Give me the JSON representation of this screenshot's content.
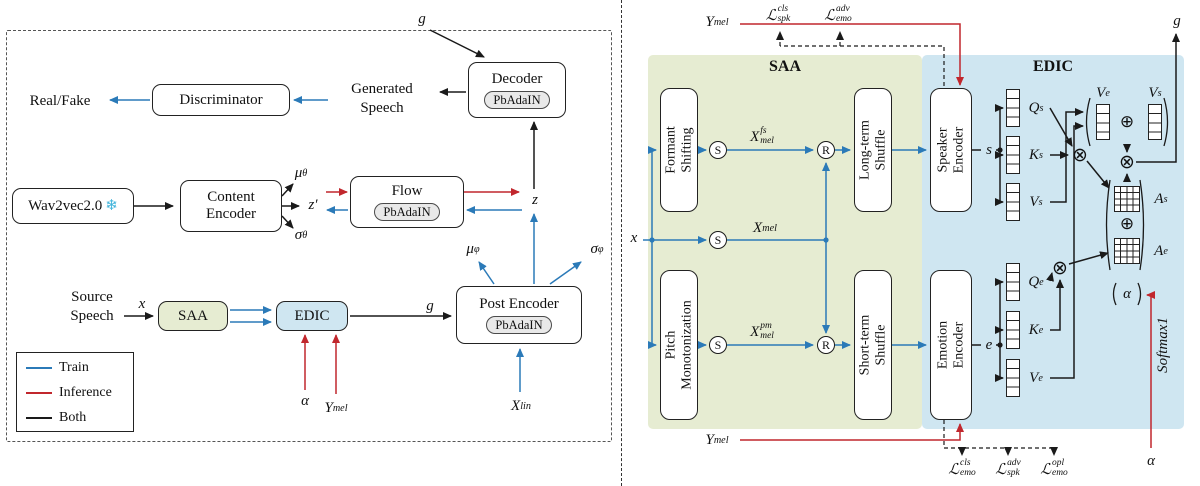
{
  "colors": {
    "train_blue": "#2b7ab8",
    "inference_red": "#c1272d",
    "both_black": "#1a1a1a",
    "saa_green": "#e6ecd2",
    "edic_blue": "#cfe6f1",
    "pill_gray": "#e9e9e9",
    "frozen_blue": "#3fb3da"
  },
  "left": {
    "boxes": {
      "wav2vec": "Wav2vec2.0",
      "frozen_icon": "❄",
      "content_encoder": "Content Encoder",
      "flow": "Flow",
      "decoder": "Decoder",
      "discriminator": "Discriminator",
      "post_encoder": "Post Encoder",
      "pbadain": "PbAdaIN",
      "saa": "SAA",
      "edic": "EDIC"
    },
    "texts": {
      "real_fake": "Real/Fake",
      "generated_speech": "Generated Speech",
      "source_speech": "Source Speech"
    },
    "legend": [
      {
        "label": "Train",
        "color": "#2b7ab8"
      },
      {
        "label": "Inference",
        "color": "#c1272d"
      },
      {
        "label": "Both",
        "color": "#1a1a1a"
      }
    ]
  },
  "right": {
    "regions": {
      "saa_title": "SAA",
      "edic_title": "EDIC"
    },
    "vboxes": {
      "formant_shifting": "Formant Shifting",
      "pitch_monotonization": "Pitch Monotonization",
      "long_term_shuffle": "Long-term Shuffle",
      "short_term_shuffle": "Short-term Shuffle",
      "speaker_encoder": "Speaker Encoder",
      "emotion_encoder": "Emotion Encoder"
    },
    "symbols": {
      "s_circle": "S",
      "r_circle": "R",
      "otimes": "⊗",
      "oplus": "⊕"
    }
  },
  "math": {
    "g": [
      {
        "t": "g"
      }
    ],
    "x": [
      {
        "t": "x"
      }
    ],
    "z": [
      {
        "t": "z"
      }
    ],
    "z_prime": [
      {
        "t": "z′"
      }
    ],
    "alpha": [
      {
        "t": "α"
      }
    ],
    "mu_theta": [
      {
        "t": "μ"
      },
      {
        "t": "θ",
        "s": "sub"
      }
    ],
    "sigma_theta": [
      {
        "t": "σ"
      },
      {
        "t": "θ",
        "s": "sub"
      }
    ],
    "mu_phi": [
      {
        "t": "μ"
      },
      {
        "t": "φ",
        "s": "sub"
      }
    ],
    "sigma_phi": [
      {
        "t": "σ"
      },
      {
        "t": "φ",
        "s": "sub"
      }
    ],
    "y_mel": [
      {
        "t": "Y"
      },
      {
        "t": "mel",
        "s": "sub"
      }
    ],
    "x_lin": [
      {
        "t": "X"
      },
      {
        "t": "lin",
        "s": "sub"
      }
    ],
    "x_mel": [
      {
        "t": "X"
      },
      {
        "t": "mel",
        "s": "sub"
      }
    ],
    "x_mel_fs": [
      {
        "t": "X"
      },
      {
        "ss": true,
        "sup": "fs",
        "sub": "mel"
      }
    ],
    "x_mel_pm": [
      {
        "t": "X"
      },
      {
        "ss": true,
        "sup": "pm",
        "sub": "mel"
      }
    ],
    "s": [
      {
        "t": "s"
      }
    ],
    "e": [
      {
        "t": "e"
      }
    ],
    "q_s": [
      {
        "t": "Q"
      },
      {
        "t": "s",
        "s": "sub"
      }
    ],
    "k_s": [
      {
        "t": "K"
      },
      {
        "t": "s",
        "s": "sub"
      }
    ],
    "v_s": [
      {
        "t": "V"
      },
      {
        "t": "s",
        "s": "sub"
      }
    ],
    "q_e": [
      {
        "t": "Q"
      },
      {
        "t": "e",
        "s": "sub"
      }
    ],
    "k_e": [
      {
        "t": "K"
      },
      {
        "t": "e",
        "s": "sub"
      }
    ],
    "v_e": [
      {
        "t": "V"
      },
      {
        "t": "e",
        "s": "sub"
      }
    ],
    "a_s": [
      {
        "t": "A"
      },
      {
        "t": "s",
        "s": "sub"
      }
    ],
    "a_e": [
      {
        "t": "A"
      },
      {
        "t": "e",
        "s": "sub"
      }
    ],
    "softmax1": [
      {
        "t": "Softmax1"
      }
    ],
    "loss_spk_cls": [
      {
        "t": "ℒ"
      },
      {
        "ss": true,
        "sup": "cls",
        "sub": "spk"
      }
    ],
    "loss_emo_adv": [
      {
        "t": "ℒ"
      },
      {
        "ss": true,
        "sup": "adv",
        "sub": "emo"
      }
    ],
    "loss_emo_cls": [
      {
        "t": "ℒ"
      },
      {
        "ss": true,
        "sup": "cls",
        "sub": "emo"
      }
    ],
    "loss_spk_adv": [
      {
        "t": "ℒ"
      },
      {
        "ss": true,
        "sup": "adv",
        "sub": "spk"
      }
    ],
    "loss_emo_opl": [
      {
        "t": "ℒ"
      },
      {
        "ss": true,
        "sup": "opl",
        "sub": "emo"
      }
    ]
  }
}
